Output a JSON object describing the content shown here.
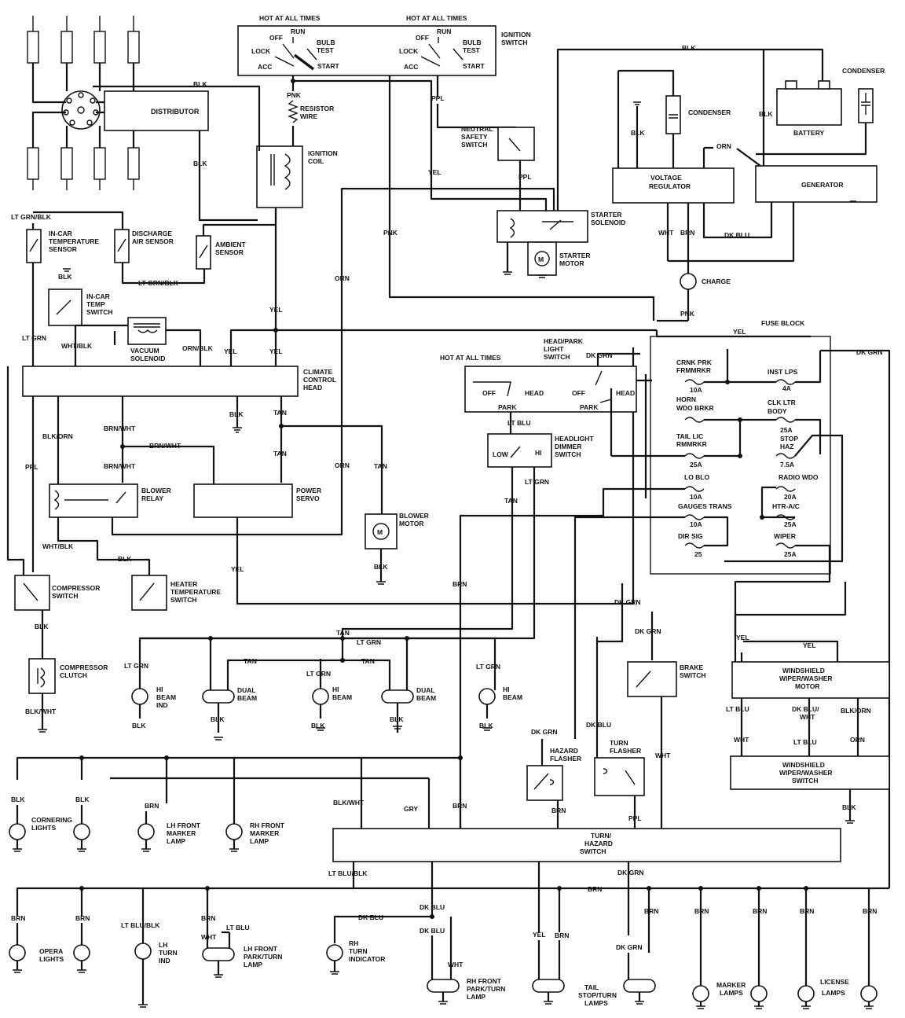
{
  "components": {
    "distributor": "DISTRIBUTOR",
    "ignition_switch": [
      "IGNITION",
      "SWITCH"
    ],
    "hot_at_all_times": "HOT AT ALL TIMES",
    "ign_off": "OFF",
    "ign_run": "RUN",
    "ign_lock": "LOCK",
    "ign_acc": "ACC",
    "ign_bulb": "BULB",
    "ign_test": "TEST",
    "ign_start": "START",
    "resistor_wire": [
      "RESISTOR",
      "WIRE"
    ],
    "ignition_coil": [
      "IGNITION",
      "COIL"
    ],
    "neutral_safety_switch": [
      "NEUTRAL",
      "SAFETY",
      "SWITCH"
    ],
    "starter_solenoid": [
      "STARTER",
      "SOLENOID"
    ],
    "starter_motor": [
      "STARTER",
      "MOTOR"
    ],
    "condenser": "CONDENSER",
    "battery": "BATTERY",
    "voltage_regulator": [
      "VOLTAGE",
      "REGULATOR"
    ],
    "generator": "GENERATOR",
    "charge": "CHARGE",
    "in_car_temp_sensor": [
      "IN-CAR",
      "TEMPERATURE",
      "SENSOR"
    ],
    "discharge_air_sensor": [
      "DISCHARGE",
      "AIR SENSOR"
    ],
    "ambient_sensor": [
      "AMBIENT",
      "SENSOR"
    ],
    "in_car_temp_switch": [
      "IN-CAR",
      "TEMP",
      "SWITCH"
    ],
    "vacuum_solenoid": [
      "VACUUM",
      "SOLENOID"
    ],
    "climate_control_head": [
      "CLIMATE",
      "CONTROL",
      "HEAD"
    ],
    "blower_relay": [
      "BLOWER",
      "RELAY"
    ],
    "power_servo": [
      "POWER",
      "SERVO"
    ],
    "blower_motor": [
      "BLOWER",
      "MOTOR"
    ],
    "compressor_switch": [
      "COMPRESSOR",
      "SWITCH"
    ],
    "heater_temp_switch": [
      "HEATER",
      "TEMPERATURE",
      "SWITCH"
    ],
    "compressor_clutch": [
      "COMPRESSOR",
      "CLUTCH"
    ],
    "head_park_light_switch": [
      "HEAD/PARK",
      "LIGHT",
      "SWITCH"
    ],
    "hls_off": "OFF",
    "hls_park": "PARK",
    "hls_head": "HEAD",
    "headlight_dimmer_switch": [
      "HEADLIGHT",
      "DIMMER",
      "SWITCH"
    ],
    "dim_low": "LOW",
    "dim_hi": "HI",
    "fuse_block": "FUSE BLOCK",
    "hi_beam_ind": [
      "HI",
      "BEAM",
      "IND"
    ],
    "dual_beam": [
      "DUAL",
      "BEAM"
    ],
    "hi_beam": [
      "HI",
      "BEAM"
    ],
    "brake_switch": [
      "BRAKE",
      "SWITCH"
    ],
    "wiper_washer_motor": [
      "WINDSHIELD",
      "WIPER/WASHER",
      "MOTOR"
    ],
    "wiper_washer_switch": [
      "WINDSHIELD",
      "WIPER/WASHER",
      "SWITCH"
    ],
    "hazard_flasher": [
      "HAZARD",
      "FLASHER"
    ],
    "turn_flasher": [
      "TURN",
      "FLASHER"
    ],
    "turn_hazard_switch": [
      "TURN/",
      "HAZARD",
      "SWITCH"
    ],
    "cornering_lights": [
      "CORNERING",
      "LIGHTS"
    ],
    "lh_front_marker_lamp": [
      "LH FRONT",
      "MARKER",
      "LAMP"
    ],
    "rh_front_marker_lamp": [
      "RH FRONT",
      "MARKER",
      "LAMP"
    ],
    "opera_lights": [
      "OPERA",
      "LIGHTS"
    ],
    "lh_turn_ind": [
      "LH",
      "TURN",
      "IND"
    ],
    "lh_front_park_turn_lamp": [
      "LH FRONT",
      "PARK/TURN",
      "LAMP"
    ],
    "rh_turn_indicator": [
      "RH",
      "TURN",
      "INDICATOR"
    ],
    "rh_front_park_turn_lamp": [
      "RH FRONT",
      "PARK/TURN",
      "LAMP"
    ],
    "tail_stop_turn_lamps": [
      "TAIL",
      "STOP/TURN",
      "LAMPS"
    ],
    "marker_lamps": [
      "MARKER",
      "LAMPS"
    ],
    "license_lamps": [
      "LICENSE",
      "LAMPS"
    ]
  },
  "fuses": {
    "crnk_prk": [
      "CRNK PRK",
      "FRMMRKR"
    ],
    "crnk_prk_a": "10A",
    "inst_lps": "INST LPS",
    "inst_lps_a": "4A",
    "horn": [
      "HORN",
      "WDO BRKR"
    ],
    "clk_ltr": [
      "CLK LTR",
      "BODY"
    ],
    "clk_ltr_a": "25A",
    "tail_lic": [
      "TAIL LIC",
      "RMMRKR"
    ],
    "tail_lic_a": "25A",
    "stop_haz": [
      "STOP",
      "HAZ"
    ],
    "stop_haz_a": "7.5A",
    "lo_blo": "LO BLO",
    "lo_blo_a": "10A",
    "radio_wdo": "RADIO WDO",
    "radio_wdo_a": "20A",
    "gauges": "GAUGES TRANS",
    "gauges_a": "10A",
    "htr_ac": "HTR-A/C",
    "htr_ac_a": "25A",
    "dir_sig": "DIR SIG",
    "dir_sig_a": "25",
    "wiper": "WIPER",
    "wiper_a": "25A"
  },
  "wires": {
    "blk": "BLK",
    "pnk": "PNK",
    "ppl": "PPL",
    "yel": "YEL",
    "orn": "ORN",
    "wht": "WHT",
    "brn": "BRN",
    "tan": "TAN",
    "gry": "GRY",
    "dk_blu": "DK BLU",
    "dk_grn": "DK GRN",
    "lt_grn": "LT GRN",
    "lt_blu": "LT BLU",
    "lt_grn_blk": "LT GRN/BLK",
    "wht_blk": "WHT/BLK",
    "orn_blk": "ORN/BLK",
    "blk_orn": "BLK/ORN",
    "brn_wht": "BRN/WHT",
    "blk_wht": "BLK/WHT",
    "lt_blu_blk": "LT BLU/BLK",
    "dk_blu_wht": [
      "DK BLU/",
      "WHT"
    ]
  }
}
